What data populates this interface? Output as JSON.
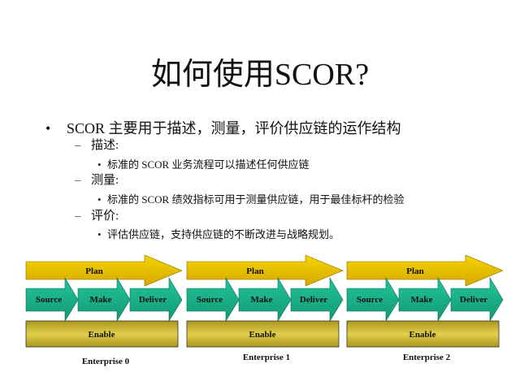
{
  "title": "如何使用SCOR?",
  "bullets": {
    "main": "SCOR 主要用于描述，测量，评价供应链的运作结构",
    "sub": [
      {
        "label": "描述:",
        "detail": "标准的 SCOR 业务流程可以描述任何供应链"
      },
      {
        "label": "测量:",
        "detail": "标准的 SCOR 绩效指标可用于测量供应链，用于最佳标杆的检验"
      },
      {
        "label": "评价:",
        "detail": "评估供应链，支持供应链的不断改进与战略规划。"
      }
    ]
  },
  "diagram": {
    "plan_label": "Plan",
    "process_labels": [
      "Source",
      "Make",
      "Deliver"
    ],
    "enable_label": "Enable",
    "enterprises": [
      "Enterprise 0",
      "Enterprise 1",
      "Enterprise 2"
    ],
    "colors": {
      "plan": "#e6c000",
      "process": "#1fb28a",
      "enable": "#c9b53a"
    }
  }
}
